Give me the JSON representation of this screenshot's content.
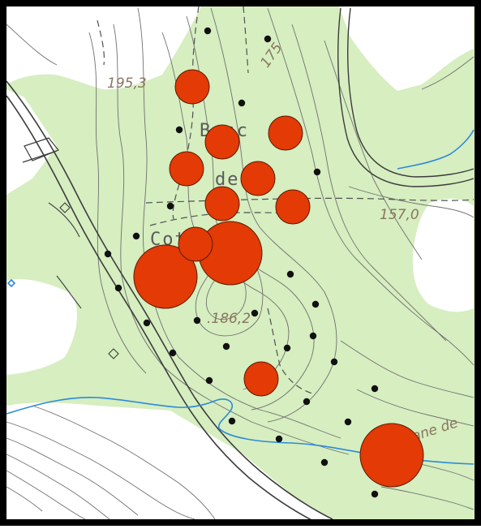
{
  "map": {
    "labels": {
      "elev_195": "195,3",
      "elev_175": "175",
      "elev_157": "157,0",
      "elev_186": ".186,2",
      "place_1": "Bosc",
      "place_2": "de",
      "place_3": "Cotiri",
      "stream": "rane de"
    },
    "colors": {
      "land_green": "#d6eec0",
      "white_area": "#ffffff",
      "contour": "#707070",
      "road": "#3c3c3c",
      "stream": "#2e8ad8",
      "circle_fill": "#e33a06",
      "point": "#111111"
    },
    "legend_symbols": [
      "black-point-icon",
      "red-circle-icon"
    ]
  }
}
